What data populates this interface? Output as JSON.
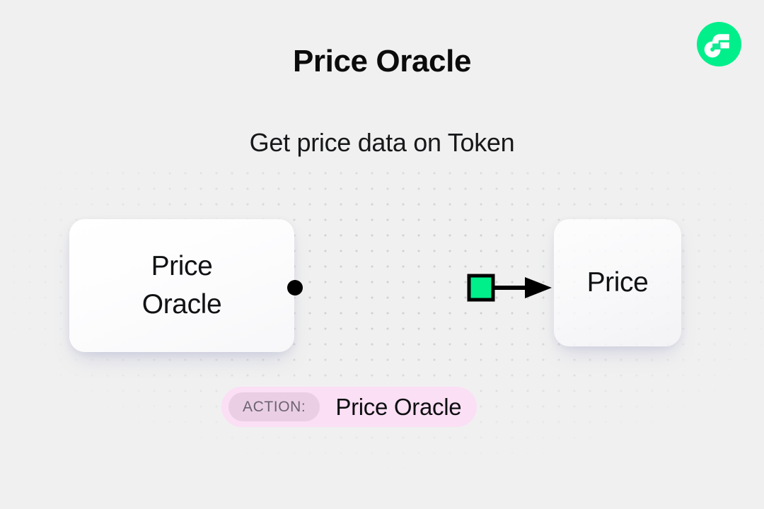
{
  "header": {
    "title": "Price Oracle",
    "subtitle": "Get price data on Token"
  },
  "brand": {
    "name": "flow-logo",
    "circle_color": "#00ef8b",
    "mark_color": "#ffffff"
  },
  "diagram": {
    "source_node": {
      "label": "Price\nOracle",
      "name": "price-oracle-node"
    },
    "target_node": {
      "label": "Price",
      "name": "price-output-node"
    },
    "connector": {
      "start_dot_color": "#000000",
      "line_color": "#000000",
      "accent_color": "#00ef8b",
      "marker_shape": "square",
      "arrow_direction": "right"
    }
  },
  "action": {
    "chip_label": "ACTION:",
    "value": "Price Oracle",
    "badge_color": "#fbdff5",
    "chip_color": "#eacfe4"
  },
  "theme": {
    "background": "#f0f0f0",
    "dot_color": "#d2d2d4",
    "text_color": "#111214",
    "accent_green": "#00ef8b"
  }
}
